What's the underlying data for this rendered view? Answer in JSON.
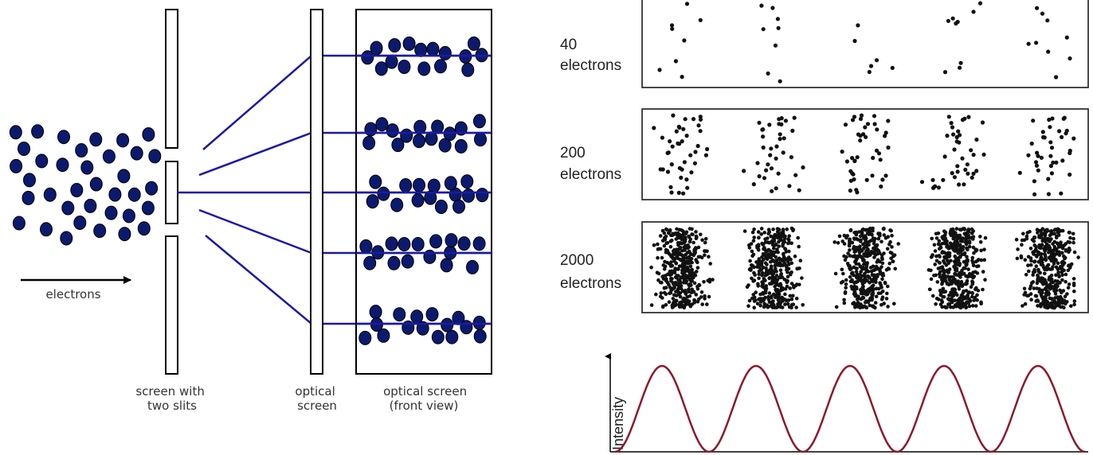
{
  "left_diagram": {
    "arrow_label": "electrons",
    "slit_screen_label_lines": [
      "screen with",
      "two slits"
    ],
    "optical_screen_label_lines": [
      "optical",
      "screen"
    ],
    "front_view_label_lines": [
      "optical screen",
      "(front view)"
    ]
  },
  "right_panel": {
    "panels": [
      {
        "count_label": "40",
        "unit_label": "electrons",
        "electrons": 40
      },
      {
        "count_label": "200",
        "unit_label": "electrons",
        "electrons": 200
      },
      {
        "count_label": "2000",
        "unit_label": "electrons",
        "electrons": 2000
      }
    ],
    "intensity_axis_label": "Intensity",
    "fringe_count": 5
  },
  "colors": {
    "particle_fill": "#0b1a6e",
    "beam_line": "#1a1aa6",
    "outline": "#111111",
    "dot": "#111111",
    "intensity_curve": "#8b1a2b"
  }
}
